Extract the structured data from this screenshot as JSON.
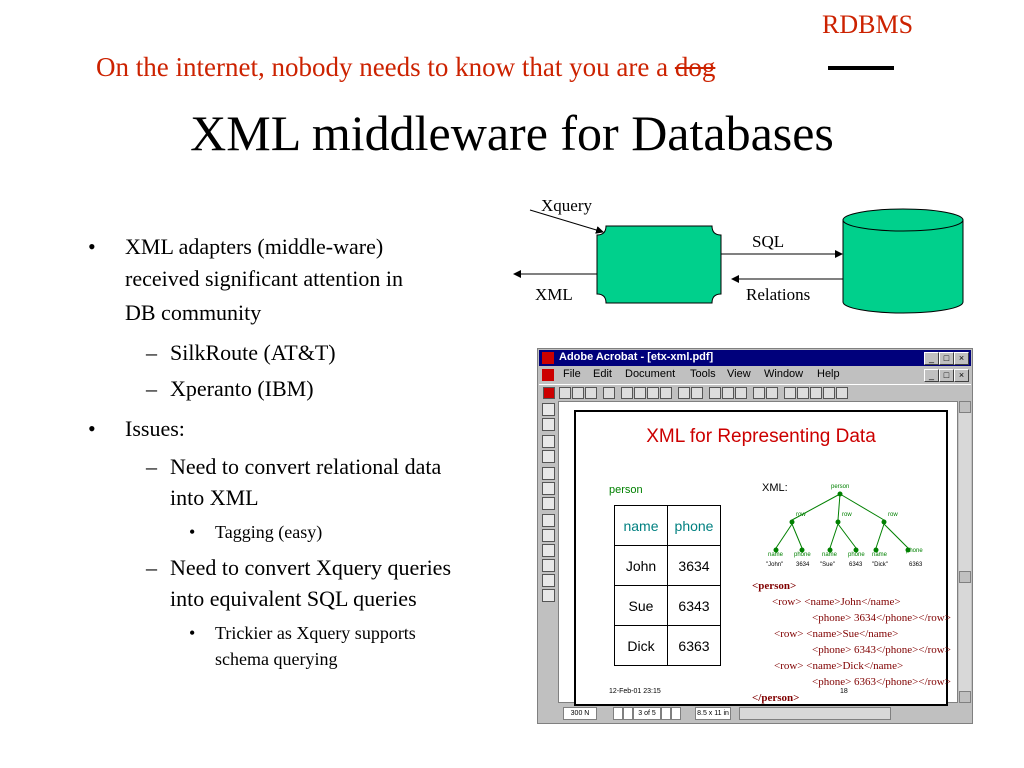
{
  "slide": {
    "rdbms": "RDBMS",
    "subtitle_main": "On the internet, nobody needs to know that you are  a ",
    "subtitle_struck": "dog",
    "title": "XML middleware for Databases"
  },
  "bullets": {
    "b1_line1": "XML adapters (middle-ware)",
    "b1_line2": "received significant attention in",
    "b1_line3": "DB community",
    "b1_sub1": "SilkRoute (AT&T)",
    "b1_sub2": "Xperanto (IBM)",
    "b2": "Issues:",
    "b2_sub1_line1": " Need to convert relational data",
    "b2_sub1_line2": "into XML",
    "b2_sub1_sub1": "Tagging (easy)",
    "b2_sub2_line1": "Need to convert Xquery queries",
    "b2_sub2_line2": "into equivalent SQL queries",
    "b2_sub2_sub1_line1": "Trickier as Xquery supports",
    "b2_sub2_sub1_line2": "schema querying",
    "bullet_glyph": "•",
    "dash_glyph": "–"
  },
  "diagram": {
    "xquery": "Xquery",
    "sql": "SQL",
    "xml": "XML",
    "relations": "Relations",
    "colors": {
      "middleware": "#00d08c",
      "database": "#00d08c"
    }
  },
  "acrobat": {
    "window_title": "Adobe Acrobat - [etx-xml.pdf]",
    "menu": [
      "File",
      "Edit",
      "Document",
      "Tools",
      "View",
      "Window",
      "Help"
    ],
    "status": {
      "zoom": "300 N",
      "page": "3 of 5",
      "size": "8.5 x 11 in"
    },
    "page": {
      "title": "XML for Representing Data",
      "person_label": "person",
      "xml_label": "XML:",
      "table_headers": [
        "name",
        "phone"
      ],
      "table_rows": [
        [
          "John",
          "3634"
        ],
        [
          "Sue",
          "6343"
        ],
        [
          "Dick",
          "6363"
        ]
      ],
      "tree": {
        "root": "person",
        "rows": [
          "row",
          "row",
          "row"
        ],
        "leaves": [
          "name",
          "phone",
          "name",
          "phone",
          "name",
          "phone"
        ],
        "values": [
          "\"John\"",
          "3634",
          "\"Sue\"",
          "6343",
          "\"Dick\"",
          "6363"
        ]
      },
      "xml_lines": [
        "<person>",
        "<row> <name>John</name>",
        "<phone> 3634</phone></row>",
        "<row> <name>Sue</name>",
        "<phone> 6343</phone></row>",
        "<row> <name>Dick</name>",
        "<phone> 6363</phone></row>",
        "</person>"
      ],
      "footer_date": "12-Feb-01 23:15",
      "footer_page": "18"
    }
  }
}
